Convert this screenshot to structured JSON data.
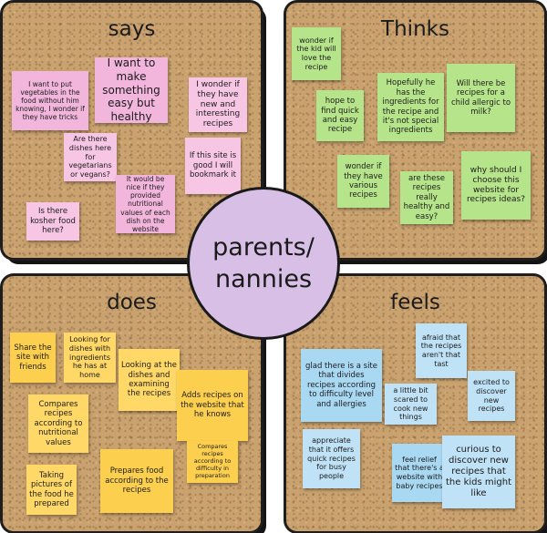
{
  "center": {
    "label": "parents/\nnannies"
  },
  "says": {
    "title": "says",
    "notes": [
      "I want to put vegetables in the food without him knowing, I wonder if they have tricks",
      "I want to make something easy but healthy",
      "I wonder if they have new and interesting recipes",
      "Are there dishes here for vegetarians or vegans?",
      "If this site is good I will bookmark it",
      "It would be nice if they provided nutritional values of each dish on the website",
      "Is there kosher food here?"
    ]
  },
  "thinks": {
    "title": "Thinks",
    "notes": [
      "wonder if the kid will love the recipe",
      "hope to find quick and easy recipe",
      "Hopefully he has the ingredients for the recipe and it's not special ingredients",
      "Will there be recipes for a child allergic to milk?",
      "wonder if they have various recipes",
      "are these recipes really healthy and easy?",
      "why should I choose this website for recipes ideas?"
    ]
  },
  "does": {
    "title": "does",
    "notes": [
      "Share the site with friends",
      "Looking for dishes with ingredients he has at home",
      "Looking at the dishes and examining the recipes",
      "Adds recipes on the website that he knows",
      "Compares recipes according to nutritional values",
      "Compares recipes according to difficulty in preparation",
      "Taking pictures of the food he prepared",
      "Prepares food according to the recipes"
    ]
  },
  "feels": {
    "title": "feels",
    "notes": [
      "afraid that the recipes aren't that tast",
      "glad there is a site that divides recipes according to difficulty level and allergies",
      "excited to discover new recipes",
      "a little bit scared to cook new things",
      "appreciate that it offers quick recipes for busy people",
      "feel relief that there's a website with baby recipes",
      "curious to discover new recipes that the kids might like"
    ]
  },
  "colors": {
    "says": "#f2b6dc",
    "thinks": "#b6e48a",
    "does": "#fdcf4f",
    "feels": "#a9d8f2",
    "center": "#d8bfe6"
  }
}
